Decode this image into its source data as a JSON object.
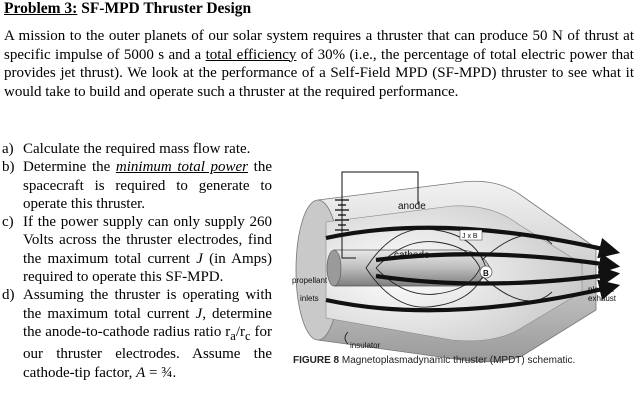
{
  "problem": {
    "label": "Problem 3:",
    "title": "SF-MPD Thruster Design"
  },
  "intro": {
    "part1": "A mission to the outer planets of our solar system requires a thruster that can produce 50 N of thrust at specific impulse of 5000 s and a ",
    "underlined": "total efficiency",
    "part2": " of 30% (i.e., the percentage of total electric power that provides jet thrust). We look at the performance of a Self-Field MPD (SF-MPD) thruster to see what it would take to build and operate such a thruster at the required performance."
  },
  "questions": [
    {
      "marker": "a)",
      "text": "Calculate the required mass flow rate."
    },
    {
      "marker": "b)",
      "pre": "Determine the ",
      "emph": "minimum total power",
      "post": " the spacecraft is required to generate to operate this thruster."
    },
    {
      "marker": "c)",
      "pre": "If the power supply can only supply 260 Volts across the thruster electrodes, find the maximum total current ",
      "var": "J",
      "post": " (in Amps) required to operate this SF-MPD."
    },
    {
      "marker": "d)",
      "pre": "Assuming the thruster is operating with the maximum total current ",
      "var": "J",
      "mid": ", determine the anode-to-cathode radius ratio r",
      "sub1": "a",
      "slash": "/r",
      "sub2": "c",
      "post2": " for our thruster electrodes. Assume the cathode-tip factor, ",
      "var2": "A",
      "post3": " = ¾."
    }
  ],
  "figure": {
    "labels": {
      "anode": "anode",
      "cathode": "cathode",
      "jxb": "J x B",
      "b": "B",
      "propellant1": "propellant",
      "propellant2": "inlets",
      "plasma1": "plasma",
      "plasma2": "exhaust",
      "insulator": "insulator"
    },
    "caption_label": "FIGURE 8",
    "caption_text": "  Magnetoplasmadynamic thruster (MPDT) schematic."
  }
}
